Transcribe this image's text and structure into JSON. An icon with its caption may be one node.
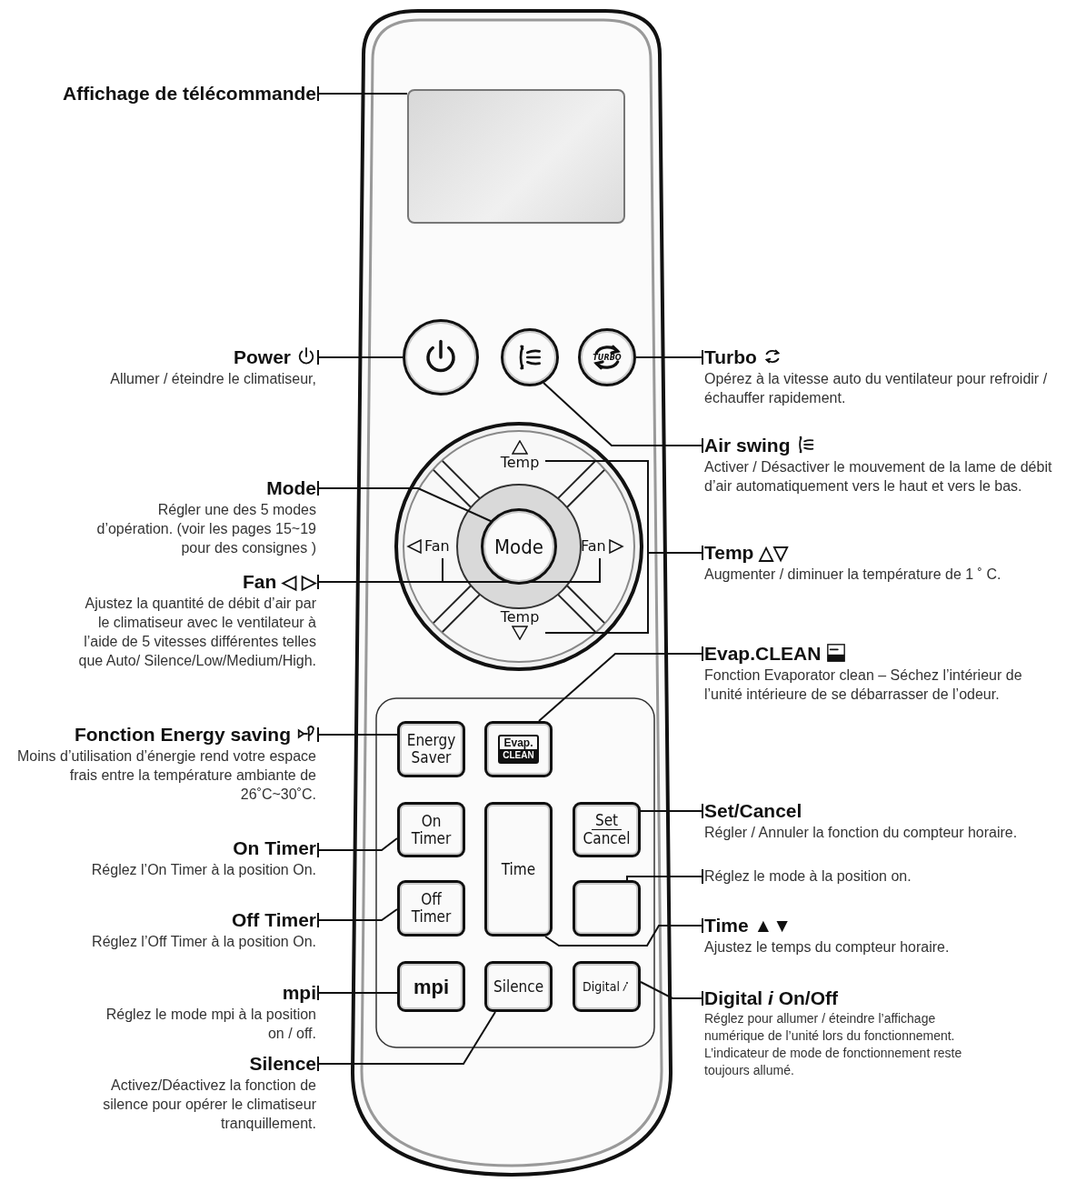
{
  "diagram": {
    "nodes": [
      {
        "text": [
          "Affichage de télécommande"
        ]
      },
      {
        "text": [
          "Power",
          "Allumer / éteindre le climatiseur,"
        ]
      },
      {
        "text": [
          "Mode",
          "Régler une des 5 modes d’opération. (voir les pages 15~19 pour des consignes )"
        ]
      },
      {
        "text": [
          "Fan ◁ ▷",
          "Ajustez la quantité de débit d’air par le climatiseur avec le ventilateur à l’aide de 5 vitesses différentes telles que Auto/ Silence/Low/Medium/High."
        ]
      },
      {
        "text": [
          "Fonction Energy saving",
          "Moins d’utilisation d’énergie rend votre espace frais entre la température ambiante de 26˚C~30˚C."
        ]
      },
      {
        "text": [
          "On Timer",
          "Réglez l’On Timer à la position On."
        ]
      },
      {
        "text": [
          "Off Timer",
          "Réglez l’Off Timer à la position On."
        ]
      },
      {
        "text": [
          "mpi",
          "Réglez le mode mpi à la position on / off."
        ]
      },
      {
        "text": [
          "Silence",
          "Activez/Déactivez la fonction de silence pour opérer le climatiseur tranquillement."
        ]
      },
      {
        "text": [
          "Turbo",
          "Opérez à la vitesse auto du ventilateur pour refroidir / échauffer rapidement."
        ]
      },
      {
        "text": [
          "Air swing",
          "Activer / Désactiver le mouvement de la lame de débit d’air automatiquement vers le haut et vers le bas."
        ]
      },
      {
        "text": [
          "Temp △▽",
          "Augmenter / diminuer la température de 1 ˚ C."
        ]
      },
      {
        "text": [
          "Evap.CLEAN",
          "Fonction Evaporator clean – Séchez l’intérieur de l’unité intérieure de se débarrasser de l’odeur."
        ]
      },
      {
        "text": [
          "Set/Cancel",
          "Régler / Annuler la fonction du compteur horaire."
        ]
      },
      {
        "text": [
          "Réglez le mode à la position on."
        ]
      },
      {
        "text": [
          "Time ▲▼",
          "Ajustez le temps du compteur horaire."
        ]
      },
      {
        "text": [
          "Digital *i* On/Off",
          "Réglez pour allumer / éteindre l’affichage numérique de l’unité lors du fonctionnement. L’indicateur de mode de fonctionnement reste toujours allumé."
        ]
      },
      {
        "text": [],
        "shape": "box"
      },
      {
        "text": [],
        "shape": "circle"
      },
      {
        "text": [],
        "shape": "circle"
      },
      {
        "text": [
          "TURBO"
        ]
      },
      {
        "text": [
          "Temp"
        ]
      },
      {
        "text": [
          "Fan"
        ]
      },
      {
        "text": [
          "Mode"
        ]
      },
      {
        "text": [
          "Fan"
        ]
      },
      {
        "text": [
          "Temp"
        ]
      },
      {
        "text": [
          "Energy Saver"
        ]
      },
      {
        "text": [
          "Evap.",
          "CLEAN"
        ]
      },
      {
        "text": [
          "On Timer"
        ]
      },
      {
        "text": [
          "Time"
        ]
      },
      {
        "text": [
          "Set",
          "Cancel"
        ]
      },
      {
        "text": [
          "Off Timer"
        ]
      },
      {
        "text": [],
        "shape": "box"
      },
      {
        "text": [
          "mpi"
        ]
      },
      {
        "text": [
          "Silence"
        ]
      },
      {
        "text": [
          "Digital"
        ]
      }
    ],
    "edges": [
      {
        "from": 0,
        "to": 17,
        "arrow": "other"
      },
      {
        "from": 1,
        "to": 18,
        "arrow": "other"
      },
      {
        "from": 2,
        "to": 23,
        "arrow": "other"
      },
      {
        "from": 3,
        "to": 22,
        "arrow": "other"
      },
      {
        "from": 3,
        "to": 24,
        "arrow": "other"
      },
      {
        "from": 4,
        "to": 26,
        "arrow": "other"
      },
      {
        "from": 5,
        "to": 28,
        "arrow": "other"
      },
      {
        "from": 6,
        "to": 31,
        "arrow": "other"
      },
      {
        "from": 7,
        "to": 33,
        "arrow": "other"
      },
      {
        "from": 8,
        "to": 34,
        "arrow": "other"
      },
      {
        "from": 9,
        "to": 20,
        "arrow": "other"
      },
      {
        "from": 10,
        "to": 19,
        "arrow": "other"
      },
      {
        "from": 11,
        "to": 21,
        "arrow": "other"
      },
      {
        "from": 11,
        "to": 25,
        "arrow": "other"
      },
      {
        "from": 12,
        "to": 27,
        "arrow": "other"
      },
      {
        "from": 13,
        "to": 30,
        "arrow": "other"
      },
      {
        "from": 14,
        "to": 32,
        "arrow": "other"
      },
      {
        "from": 15,
        "to": 29,
        "arrow": "other"
      },
      {
        "from": 16,
        "to": 35,
        "arrow": "other"
      }
    ]
  }
}
